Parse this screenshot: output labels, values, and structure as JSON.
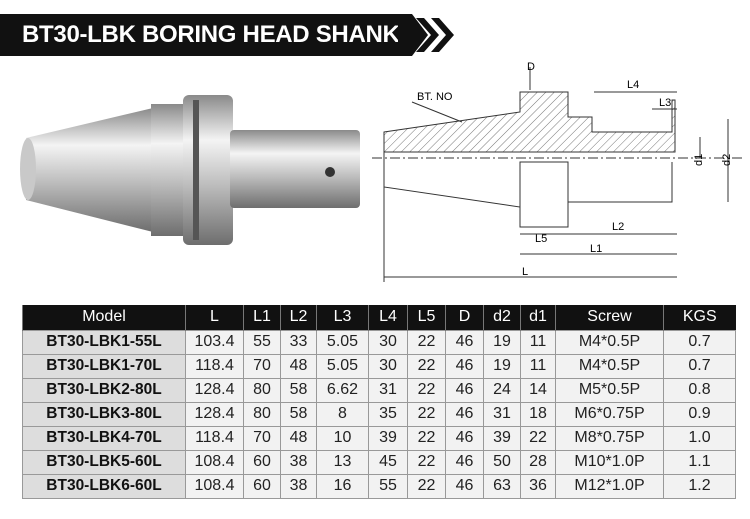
{
  "title": "BT30-LBK BORING HEAD SHANK",
  "diagram_labels": {
    "bt": "BT. NO",
    "D": "D",
    "L4": "L4",
    "L3": "L3",
    "d1": "d1",
    "d2": "d2",
    "L2": "L2",
    "L5": "L5",
    "L1": "L1",
    "L": "L"
  },
  "table": {
    "headers": [
      "Model",
      "L",
      "L1",
      "L2",
      "L3",
      "L4",
      "L5",
      "D",
      "d2",
      "d1",
      "Screw",
      "KGS"
    ],
    "rows": [
      [
        "BT30-LBK1-55L",
        "103.4",
        "55",
        "33",
        "5.05",
        "30",
        "22",
        "46",
        "19",
        "11",
        "M4*0.5P",
        "0.7"
      ],
      [
        "BT30-LBK1-70L",
        "118.4",
        "70",
        "48",
        "5.05",
        "30",
        "22",
        "46",
        "19",
        "11",
        "M4*0.5P",
        "0.7"
      ],
      [
        "BT30-LBK2-80L",
        "128.4",
        "80",
        "58",
        "6.62",
        "31",
        "22",
        "46",
        "24",
        "14",
        "M5*0.5P",
        "0.8"
      ],
      [
        "BT30-LBK3-80L",
        "128.4",
        "80",
        "58",
        "8",
        "35",
        "22",
        "46",
        "31",
        "18",
        "M6*0.75P",
        "0.9"
      ],
      [
        "BT30-LBK4-70L",
        "118.4",
        "70",
        "48",
        "10",
        "39",
        "22",
        "46",
        "39",
        "22",
        "M8*0.75P",
        "1.0"
      ],
      [
        "BT30-LBK5-60L",
        "108.4",
        "60",
        "38",
        "13",
        "45",
        "22",
        "46",
        "50",
        "28",
        "M10*1.0P",
        "1.1"
      ],
      [
        "BT30-LBK6-60L",
        "108.4",
        "60",
        "38",
        "16",
        "55",
        "22",
        "46",
        "63",
        "36",
        "M12*1.0P",
        "1.2"
      ]
    ]
  }
}
